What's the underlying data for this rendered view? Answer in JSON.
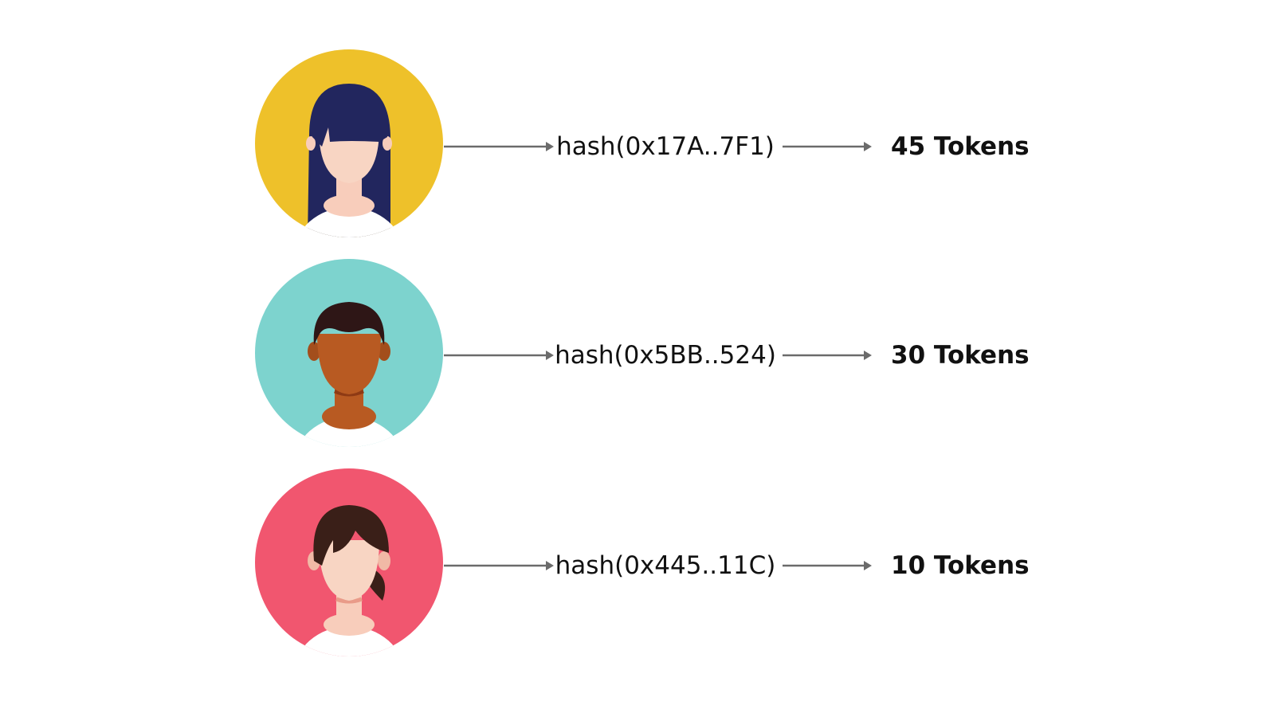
{
  "rows": [
    {
      "hash": "hash(0x17A..7F1)",
      "tokens": "45 Tokens",
      "avatar_bg": "#EEC12A",
      "avatar_icon": "user-avatar-long-dark-hair-icon"
    },
    {
      "hash": "hash(0x5BB..524)",
      "tokens": "30 Tokens",
      "avatar_bg": "#7DD3CE",
      "avatar_icon": "user-avatar-short-hair-icon"
    },
    {
      "hash": "hash(0x445..11C)",
      "tokens": "10 Tokens",
      "avatar_bg": "#F1566F",
      "avatar_icon": "user-avatar-ponytail-icon"
    }
  ],
  "colors": {
    "arrow": "#6B6B6B",
    "text": "#111111",
    "shirt": "#FFFFFF"
  }
}
